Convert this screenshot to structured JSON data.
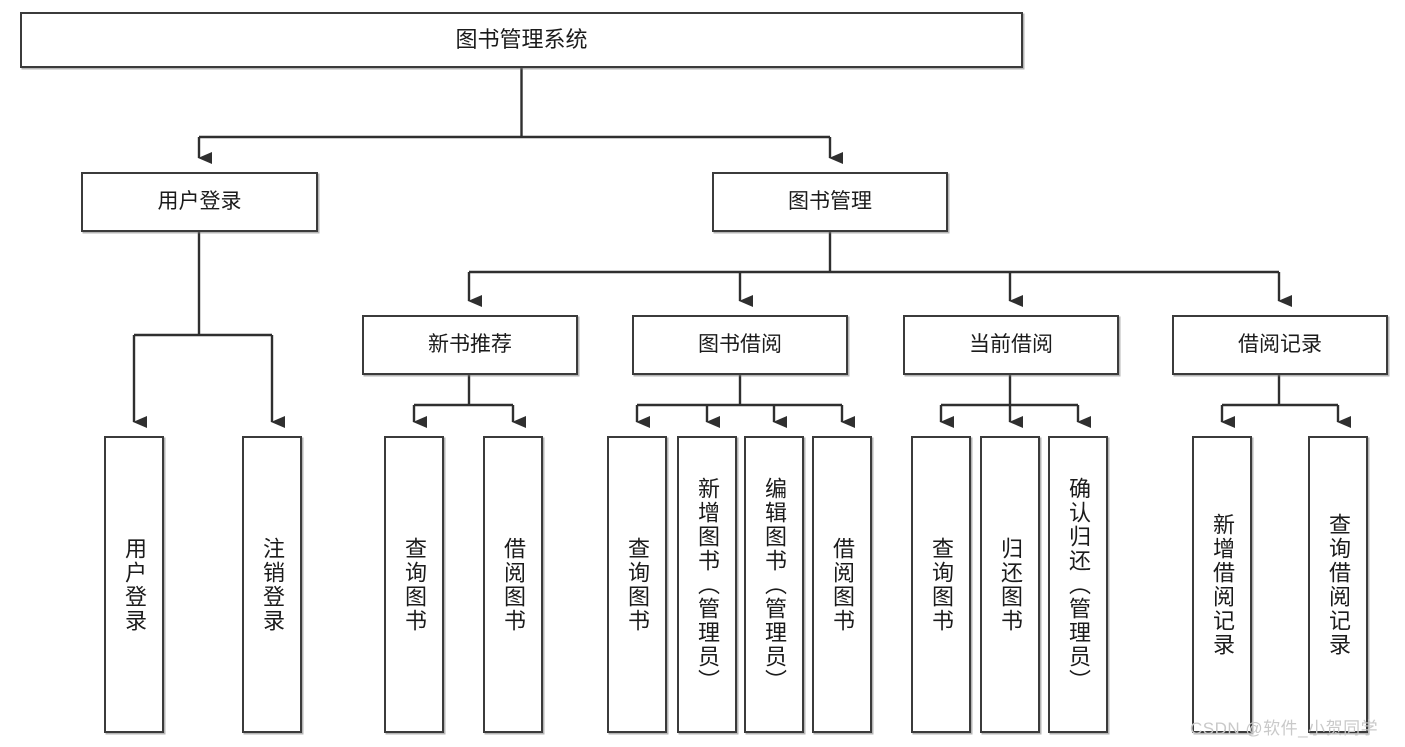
{
  "diagram": {
    "type": "tree-hierarchy",
    "title": "图书管理系统",
    "watermark": "CSDN @软件_小贺同学",
    "colors": {
      "box_border": "#3b3b3b",
      "box_fill": "#ffffff",
      "connector": "#2f2f2f",
      "text": "#1b1b1b",
      "watermark": "#c9c9c9",
      "background": "#ffffff"
    },
    "nodes": {
      "root": {
        "label": "图书管理系统"
      },
      "level2": [
        {
          "id": "user-login",
          "label": "用户登录"
        },
        {
          "id": "book-manage",
          "label": "图书管理"
        }
      ],
      "level3": [
        {
          "id": "new-book-rec",
          "label": "新书推荐"
        },
        {
          "id": "book-borrow",
          "label": "图书借阅"
        },
        {
          "id": "current-borrow",
          "label": "当前借阅"
        },
        {
          "id": "borrow-record",
          "label": "借阅记录"
        }
      ],
      "leaves": {
        "user-login": [
          {
            "id": "leaf-user-login",
            "label": "用户登录"
          },
          {
            "id": "leaf-user-logout",
            "label": "注销登录"
          }
        ],
        "new-book-rec": [
          {
            "id": "leaf-query-book-1",
            "label": "查询图书"
          },
          {
            "id": "leaf-borrow-book-1",
            "label": "借阅图书"
          }
        ],
        "book-borrow": [
          {
            "id": "leaf-query-book-2",
            "label": "查询图书"
          },
          {
            "id": "leaf-add-book",
            "label": "新增图书（管理员）"
          },
          {
            "id": "leaf-edit-book",
            "label": "编辑图书（管理员）"
          },
          {
            "id": "leaf-borrow-book-2",
            "label": "借阅图书"
          }
        ],
        "current-borrow": [
          {
            "id": "leaf-query-book-3",
            "label": "查询图书"
          },
          {
            "id": "leaf-return-book",
            "label": "归还图书"
          },
          {
            "id": "leaf-confirm-return",
            "label": "确认归还（管理员）"
          }
        ],
        "borrow-record": [
          {
            "id": "leaf-add-record",
            "label": "新增借阅记录"
          },
          {
            "id": "leaf-query-record",
            "label": "查询借阅记录"
          }
        ]
      }
    }
  }
}
